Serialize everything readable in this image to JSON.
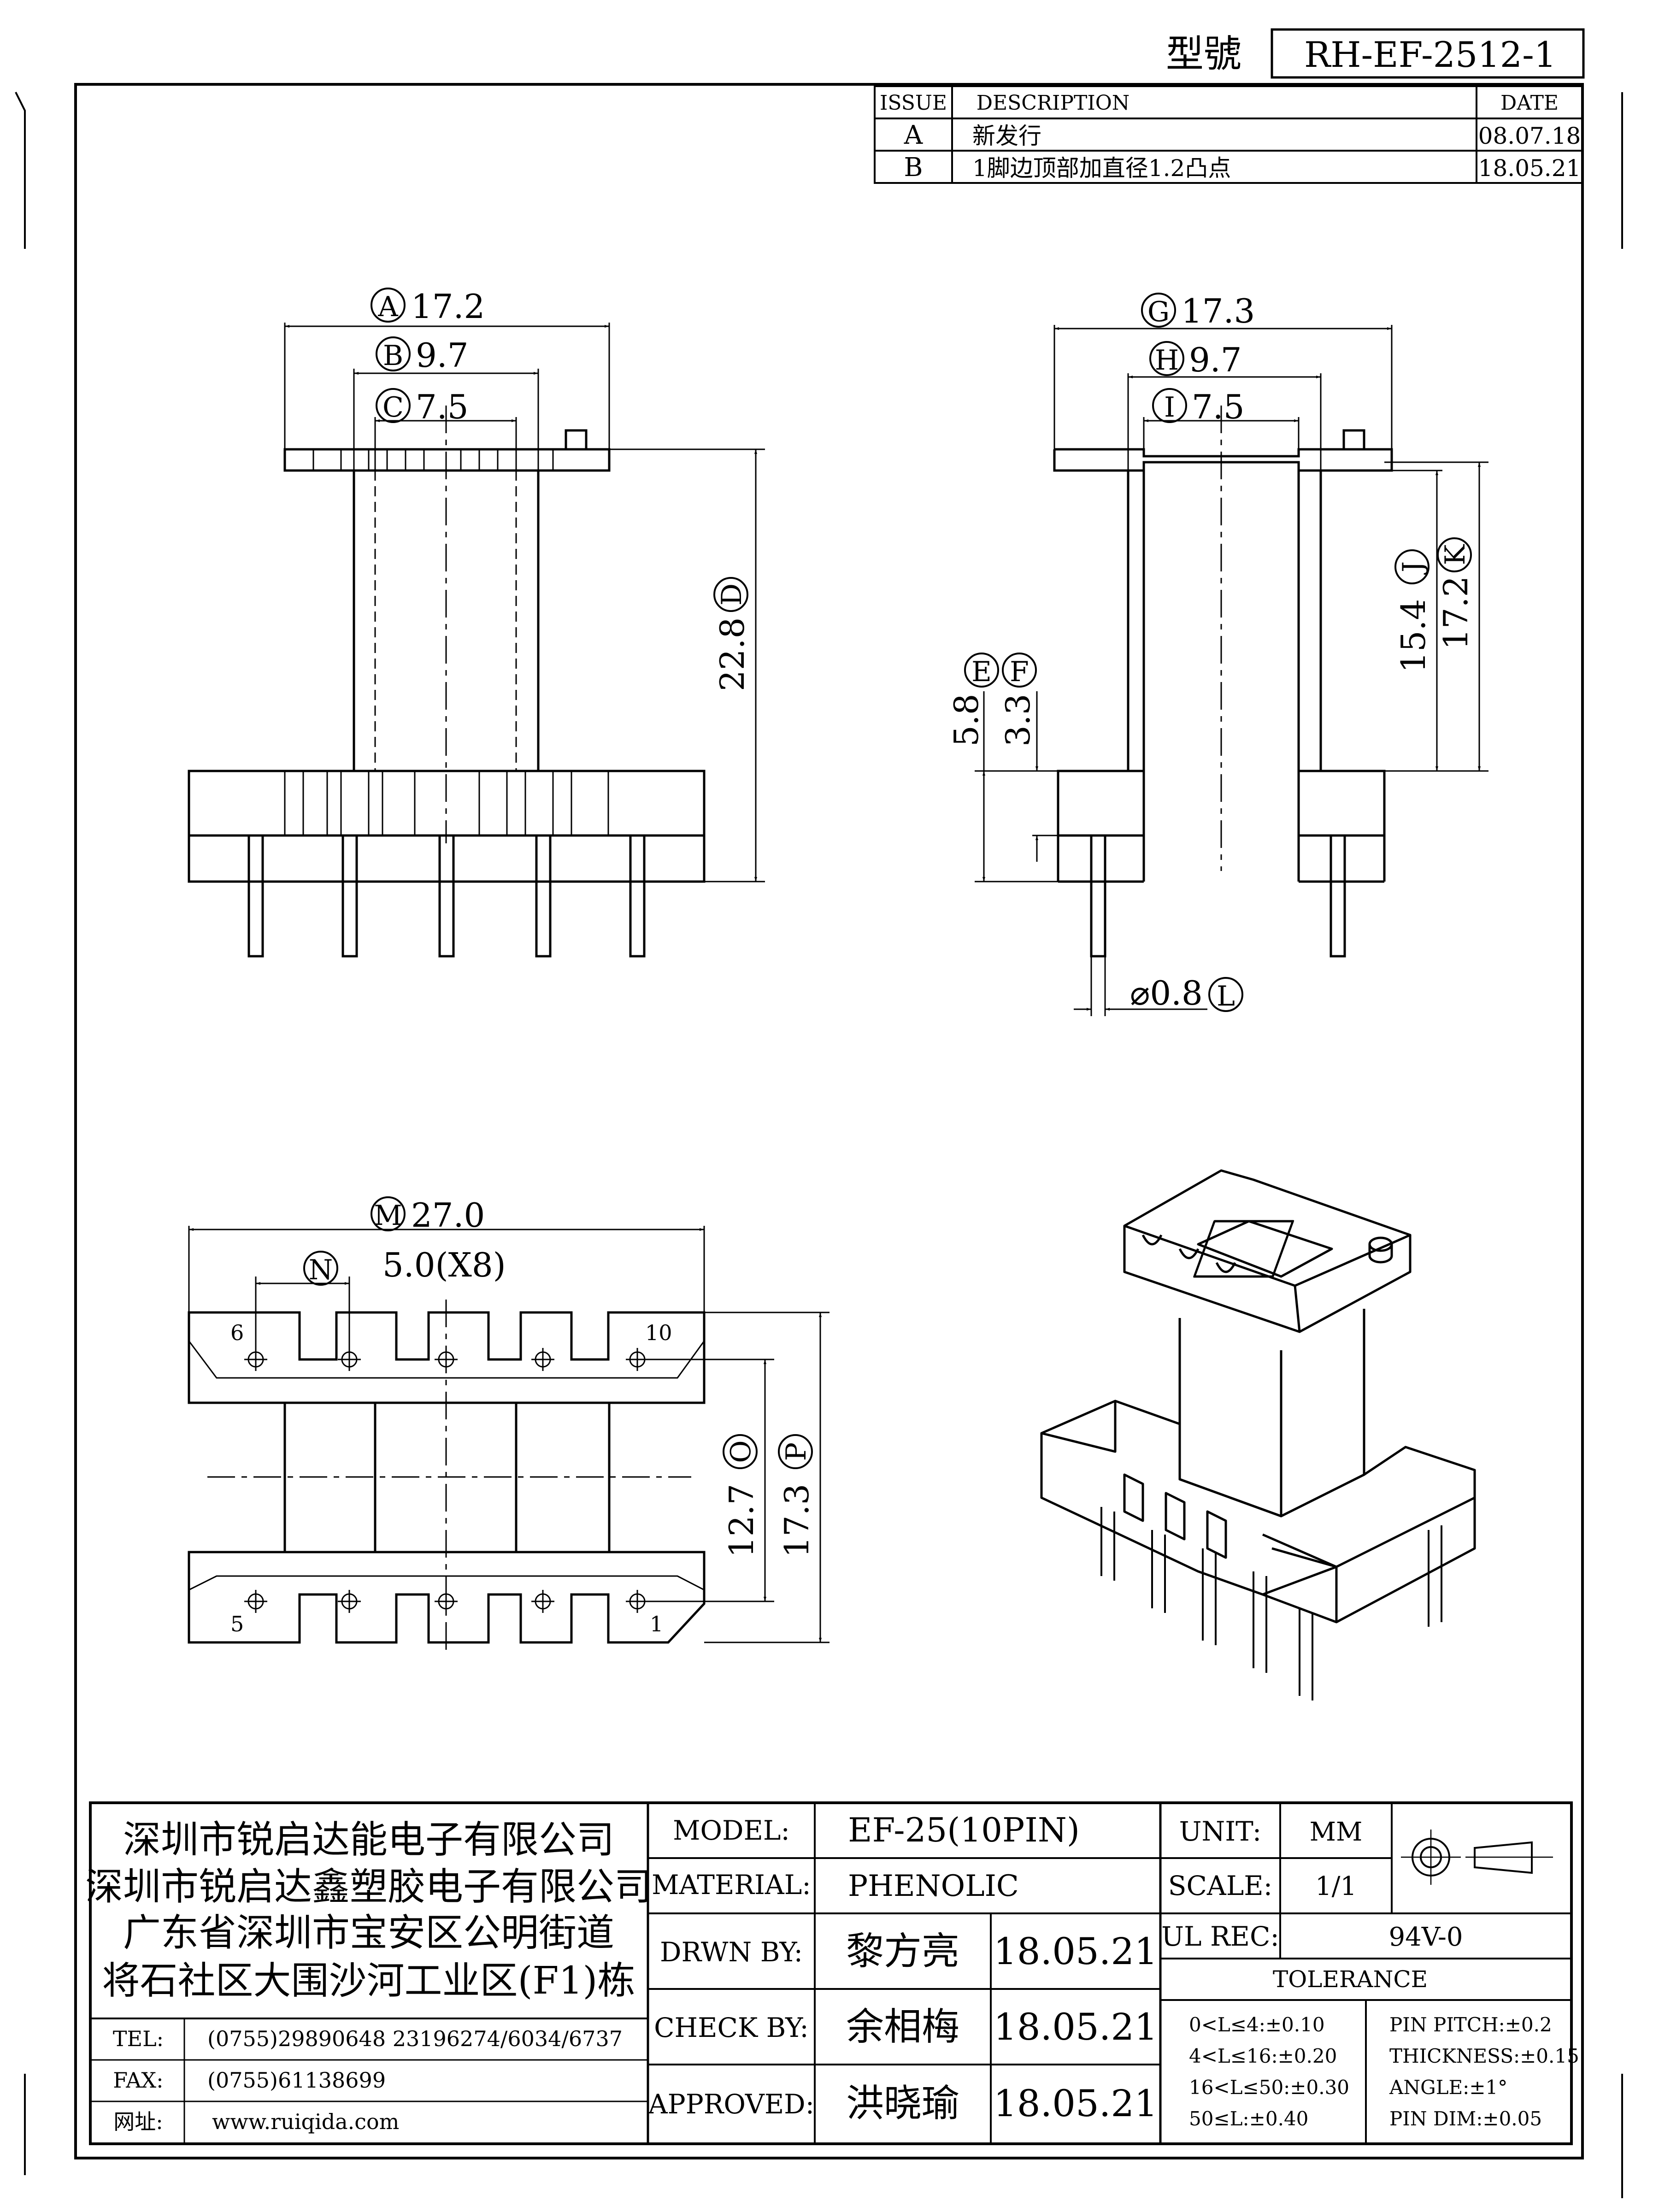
{
  "model_no": {
    "label": "型號",
    "value": "RH-EF-2512-1"
  },
  "revision_table": {
    "headers": {
      "issue": "ISSUE",
      "description": "DESCRIPTION",
      "date": "DATE"
    },
    "rows": [
      {
        "issue": "A",
        "description": "新发行",
        "date": "08.07.18"
      },
      {
        "issue": "B",
        "description": "1脚边顶部加直径1.2凸点",
        "date": "18.05.21"
      }
    ]
  },
  "dimensions": {
    "A": {
      "letter": "A",
      "value": "17.2"
    },
    "B": {
      "letter": "B",
      "value": "9.7"
    },
    "C": {
      "letter": "C",
      "value": "7.5"
    },
    "D": {
      "letter": "D",
      "value": "22.8"
    },
    "E": {
      "letter": "E",
      "value": "5.8"
    },
    "F": {
      "letter": "F",
      "value": "3.3"
    },
    "G": {
      "letter": "G",
      "value": "17.3"
    },
    "H": {
      "letter": "H",
      "value": "9.7"
    },
    "I": {
      "letter": "I",
      "value": "7.5"
    },
    "J": {
      "letter": "J",
      "value": "15.4"
    },
    "K": {
      "letter": "K",
      "value": "17.2"
    },
    "L": {
      "letter": "L",
      "value": "⌀0.8"
    },
    "M": {
      "letter": "M",
      "value": "27.0"
    },
    "N": {
      "letter": "N",
      "value": "5.0(X8)"
    },
    "O": {
      "letter": "O",
      "value": "12.7"
    },
    "P": {
      "letter": "P",
      "value": "17.3"
    }
  },
  "pin_labels": {
    "top_left": "6",
    "top_right": "10",
    "bottom_left": "5",
    "bottom_right": "1"
  },
  "company": {
    "lines": [
      "深圳市锐启达能电子有限公司",
      "深圳市锐启达鑫塑胶电子有限公司",
      "广东省深圳市宝安区公明街道",
      "将石社区大围沙河工业区(F1)栋"
    ],
    "contacts": [
      {
        "label": "TEL:",
        "value": "(0755)29890648  23196274/6034/6737"
      },
      {
        "label": "FAX:",
        "value": "(0755)61138699"
      },
      {
        "label": "网址:",
        "value": "www.ruiqida.com"
      }
    ]
  },
  "title_block": {
    "model_label": "MODEL:",
    "model_value": "EF-25(10PIN)",
    "material_label": "MATERIAL:",
    "material_value": "PHENOLIC",
    "drawn_label": "DRWN BY:",
    "drawn_name": "黎方亮",
    "drawn_date": "18.05.21",
    "check_label": "CHECK BY:",
    "check_name": "余相梅",
    "check_date": "18.05.21",
    "approved_label": "APPROVED:",
    "approved_name": "洪晓瑜",
    "approved_date": "18.05.21",
    "unit_label": "UNIT:",
    "unit_value": "MM",
    "scale_label": "SCALE:",
    "scale_value": "1/1",
    "ul_label": "UL REC:",
    "ul_value": "94V-0",
    "tolerance_header": "TOLERANCE",
    "tolerance_left": [
      "0<L≤4:±0.10",
      "4<L≤16:±0.20",
      "16<L≤50:±0.30",
      "50≤L:±0.40"
    ],
    "tolerance_right": [
      "PIN PITCH:±0.2",
      "THICKNESS:±0.15",
      "ANGLE:±1°",
      "PIN DIM:±0.05"
    ]
  }
}
